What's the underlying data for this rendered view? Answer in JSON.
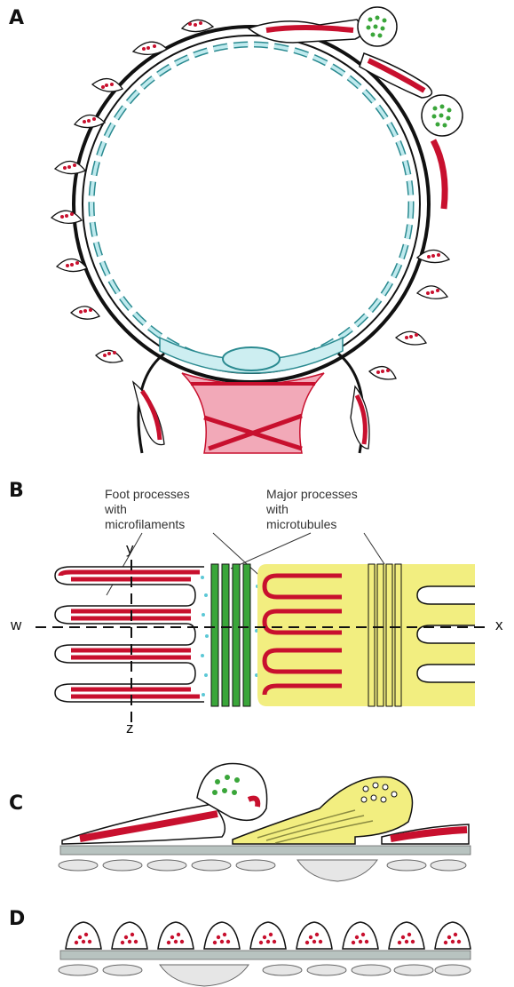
{
  "panels": {
    "a": {
      "letter": "A"
    },
    "b": {
      "letter": "B",
      "callout_left": "Foot processes\nwith\nmicrofilaments",
      "callout_right": "Major processes\nwith\nmicrotubules",
      "axis": {
        "w": "w",
        "x": "x",
        "y": "y",
        "z": "z"
      }
    },
    "c": {
      "letter": "C"
    },
    "d": {
      "letter": "D"
    }
  },
  "colors": {
    "microfilament_red": "#c8102e",
    "microtubule_green": "#3aa63a",
    "major_process_yellow": "#f2ee80",
    "endothelium_cyan": "#8fd3d8",
    "mesangium_pink": "#f2a9b8",
    "basement_membrane_gray": "#9a9a9a",
    "outline_black": "#111111"
  }
}
